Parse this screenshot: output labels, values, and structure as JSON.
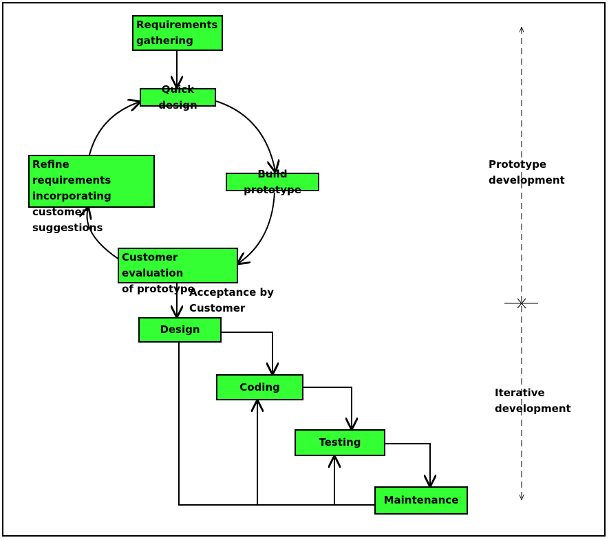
{
  "nodes": {
    "requirements": "Requirements\ngathering",
    "quick_design": "Quick design",
    "build_prototype": "Build prototype",
    "refine": "Refine requirements\nincorporating\ncustomer suggestions",
    "customer_eval": "Customer evaluation\nof prototype",
    "design": "Design",
    "coding": "Coding",
    "testing": "Testing",
    "maintenance": "Maintenance"
  },
  "labels": {
    "acceptance": "Acceptance by\nCustomer",
    "prototype_dev": "Prototype\ndevelopment",
    "iterative_dev": "Iterative\ndevelopment"
  },
  "colors": {
    "box_fill": "#33ff33",
    "stroke": "#000000"
  }
}
